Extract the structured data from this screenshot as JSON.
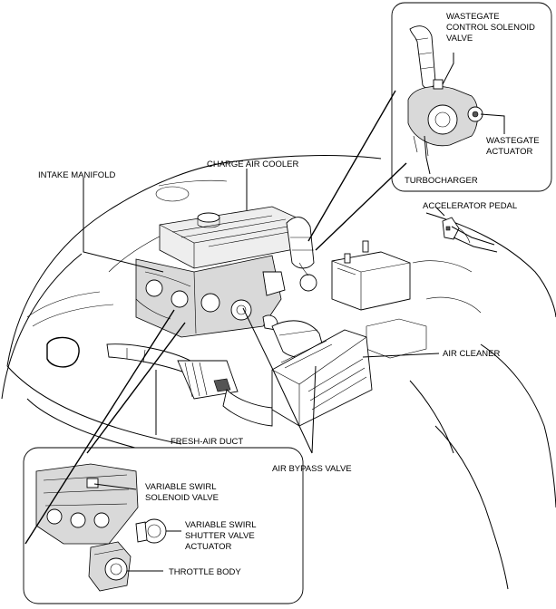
{
  "labels": {
    "wastegate_control_solenoid_valve": [
      "WASTEGATE",
      "CONTROL SOLENOID",
      "VALVE"
    ],
    "wastegate_actuator": [
      "WASTEGATE",
      "ACTUATOR"
    ],
    "turbocharger": "TURBOCHARGER",
    "intake_manifold": "INTAKE MANIFOLD",
    "charge_air_cooler": "CHARGE AIR COOLER",
    "accelerator_pedal": "ACCELERATOR PEDAL",
    "air_cleaner": "AIR CLEANER",
    "fresh_air_duct": "FRESH-AIR DUCT",
    "air_bypass_valve": "AIR BYPASS VALVE",
    "variable_swirl_solenoid_valve": [
      "VARIABLE SWIRL",
      "SOLENOID VALVE"
    ],
    "variable_swirl_shutter_valve_actuator": [
      "VARIABLE SWIRL",
      "SHUTTER VALVE",
      "ACTUATOR"
    ],
    "throttle_body": "THROTTLE BODY"
  },
  "colors": {
    "line": "#000000",
    "background": "#ffffff",
    "shade": "#d9d9d9"
  }
}
